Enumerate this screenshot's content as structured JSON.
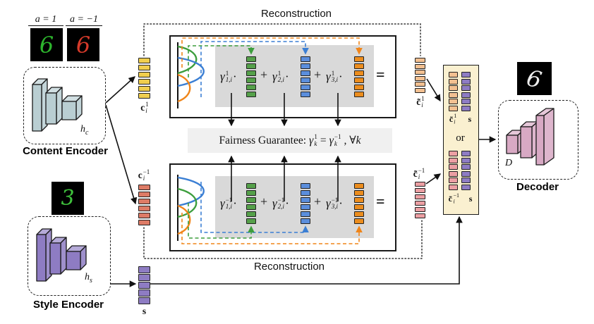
{
  "title_labels": {
    "reconstruction_top": "Reconstruction",
    "reconstruction_bottom": "Reconstruction",
    "content_encoder": "Content Encoder",
    "style_encoder": "Style Encoder",
    "decoder": "Decoder",
    "or": "or",
    "plus": "+",
    "equals": "=",
    "dot": "·"
  },
  "annotations": {
    "a_pos": "a = 1",
    "a_neg": "a = −1",
    "h_c": {
      "base": "h",
      "sub": "c"
    },
    "h_s": {
      "base": "h",
      "sub": "s"
    },
    "D": "D"
  },
  "digits": {
    "content_pos": {
      "char": "6"
    },
    "content_neg": {
      "char": "6"
    },
    "style": {
      "char": "3"
    },
    "output": {
      "char": "6"
    }
  },
  "vectors": {
    "c_pos": {
      "base": "c",
      "sup": "1",
      "sub": "i",
      "cells": 6,
      "color": "#F0CE4E"
    },
    "c_neg": {
      "base": "c",
      "sup": "−1",
      "sub": "i",
      "cells": 6,
      "color": "#DD7B66"
    },
    "c_tilde_pos": {
      "base": "c̃",
      "sup": "1",
      "sub": "i",
      "cells": 6,
      "color": "#F3C091"
    },
    "c_tilde_neg": {
      "base": "c̃",
      "sup": "−1",
      "sub": "i",
      "cells": 6,
      "color": "#EC9FA3"
    },
    "s": {
      "base": "s",
      "cells": 5,
      "color": "#8E7CC3"
    },
    "s_box": {
      "base": "s",
      "cells": 6,
      "color": "#8E7CC3"
    },
    "green": {
      "cells": 6,
      "color": "#55A04A"
    },
    "blue": {
      "cells": 6,
      "color": "#5B8EDC"
    },
    "orange": {
      "cells": 6,
      "color": "#EC8D1E"
    }
  },
  "equation_top": {
    "terms": [
      {
        "gamma": "γ",
        "sup": "1",
        "sub": "1,i"
      },
      {
        "gamma": "γ",
        "sup": "1",
        "sub": "2,i"
      },
      {
        "gamma": "γ",
        "sup": "1",
        "sub": "3,i"
      }
    ]
  },
  "equation_bottom": {
    "terms": [
      {
        "gamma": "γ",
        "sup": "−1",
        "sub": "1,i"
      },
      {
        "gamma": "γ",
        "sup": "−1",
        "sub": "2,i"
      },
      {
        "gamma": "γ",
        "sup": "−1",
        "sub": "3,i"
      }
    ]
  },
  "fairness": {
    "prefix": "Fairness Guarantee:",
    "lhs": {
      "base": "γ",
      "sup": "1",
      "sub": "k"
    },
    "eq": "=",
    "rhs": {
      "base": "γ",
      "sup": "−1",
      "sub": "k"
    },
    "suffix": ", ∀k"
  },
  "colors": {
    "gray_region": "#D9D9D9",
    "fairness_bg": "#F0F0F0",
    "combiner_bg": "#FAF0D0",
    "encoder_block": "#B9CED2",
    "style_block": "#8E7CC3",
    "decoder_block": "#D8A9C4",
    "curve_green": "#3D9E3D",
    "curve_blue": "#3B7FD4",
    "curve_orange": "#F08519",
    "digit_green": "#2DB52D",
    "digit_red": "#D63A2A",
    "digit_style_green": "#3FC13C",
    "digit_white": "#EDEDED"
  }
}
